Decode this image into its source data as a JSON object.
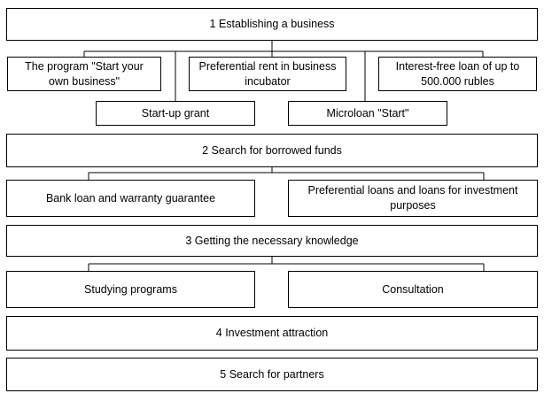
{
  "diagram": {
    "steps": [
      {
        "label": "1 Establishing a business",
        "items": [
          "The program \"Start your own business\"",
          "Preferential rent in business incubator",
          "Interest-free loan of up to 500.000 rubles",
          "Start-up grant",
          "Microloan \"Start\""
        ]
      },
      {
        "label": "2 Search for borrowed funds",
        "items": [
          "Bank loan and warranty guarantee",
          "Preferential loans and loans for investment purposes"
        ]
      },
      {
        "label": "3 Getting the necessary knowledge",
        "items": [
          "Studying programs",
          "Consultation"
        ]
      },
      {
        "label": "4 Investment attraction",
        "items": []
      },
      {
        "label": "5 Search for partners",
        "items": []
      }
    ]
  }
}
